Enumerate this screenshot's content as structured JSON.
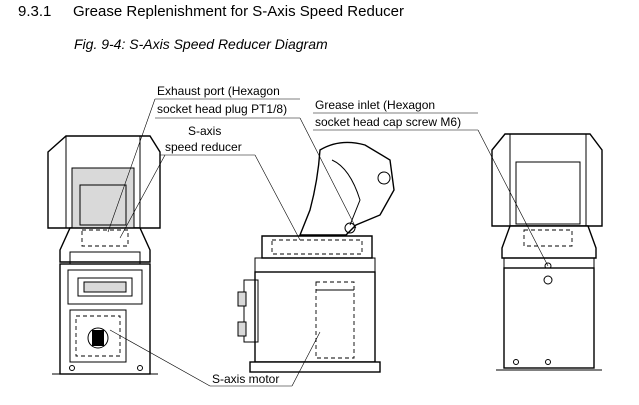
{
  "heading": {
    "number": "9.3.1",
    "title": "Grease Replenishment for S-Axis Speed Reducer"
  },
  "figure": {
    "caption": "Fig. 9-4: S-Axis Speed Reducer Diagram"
  },
  "labels": {
    "exhaust_port_line1": "Exhaust port (Hexagon",
    "exhaust_port_line2": "socket head plug PT1/8)",
    "grease_inlet_line1": "Grease inlet (Hexagon",
    "grease_inlet_line2": "socket head cap screw M6)",
    "s_axis_reducer_line1": "S-axis",
    "s_axis_reducer_line2": "speed reducer",
    "s_axis_motor": "S-axis motor"
  }
}
